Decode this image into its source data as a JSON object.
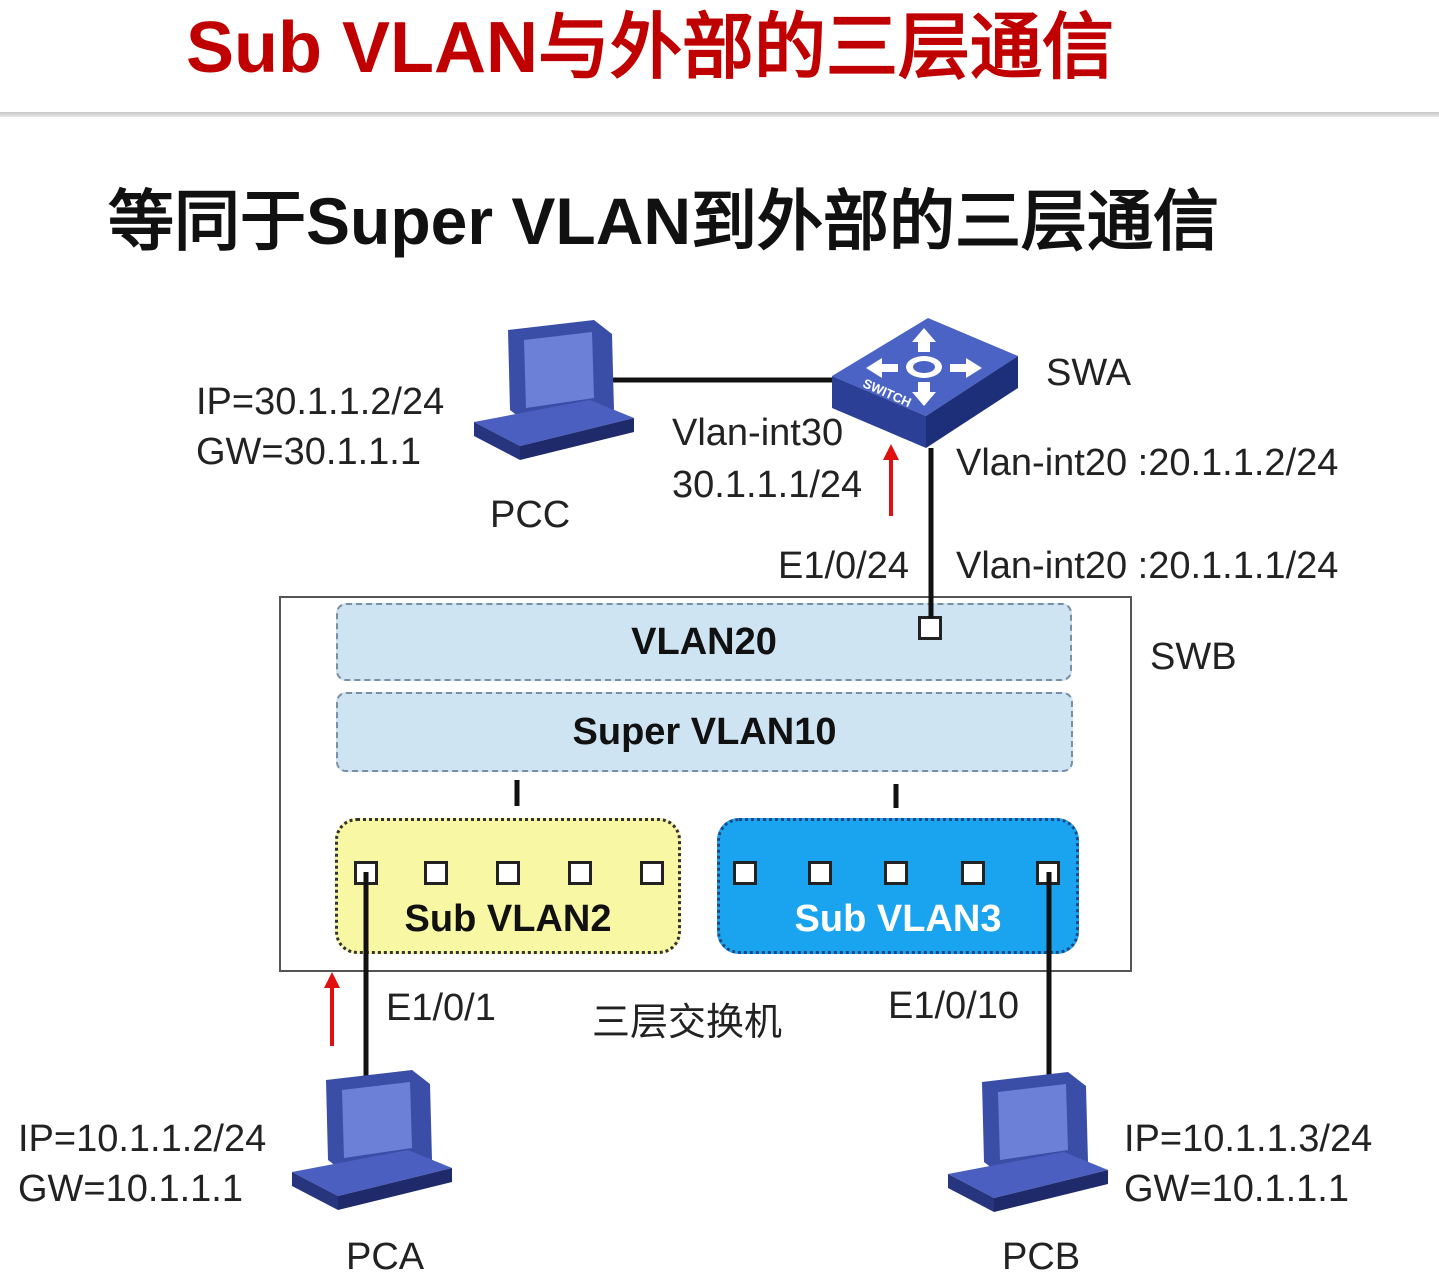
{
  "title": "Sub VLAN与外部的三层通信",
  "subtitle": "等同于Super VLAN到外部的三层通信",
  "devices": {
    "pcc": {
      "name": "PCC",
      "ip": "IP=30.1.1.2/24",
      "gw": "GW=30.1.1.1"
    },
    "pca": {
      "name": "PCA",
      "ip": "IP=10.1.1.2/24",
      "gw": "GW=10.1.1.1"
    },
    "pcb": {
      "name": "PCB",
      "ip": "IP=10.1.1.3/24",
      "gw": "GW=10.1.1.1"
    },
    "swa": {
      "name": "SWA",
      "icon_text": "SWITCH"
    },
    "swb": {
      "name": "SWB",
      "caption": "三层交换机"
    }
  },
  "interfaces": {
    "swa_vlan30_name": "Vlan-int30",
    "swa_vlan30_ip": "30.1.1.1/24",
    "swa_vlan20": "Vlan-int20 :20.1.1.2/24",
    "swb_vlan20": "Vlan-int20 :20.1.1.1/24",
    "uplink_port": "E1/0/24",
    "pca_port": "E1/0/1",
    "pcb_port": "E1/0/10"
  },
  "vlans": {
    "vlan20": "VLAN20",
    "super": "Super VLAN10",
    "sub2": "Sub VLAN2",
    "sub3": "Sub VLAN3"
  },
  "colors": {
    "title": "#c00000",
    "vlan_band": "#cfe4f3",
    "sub_vlan2": "#f7f7a4",
    "sub_vlan3": "#1aa3ef",
    "device": "#3a4ea8",
    "arrow": "#e01010"
  }
}
